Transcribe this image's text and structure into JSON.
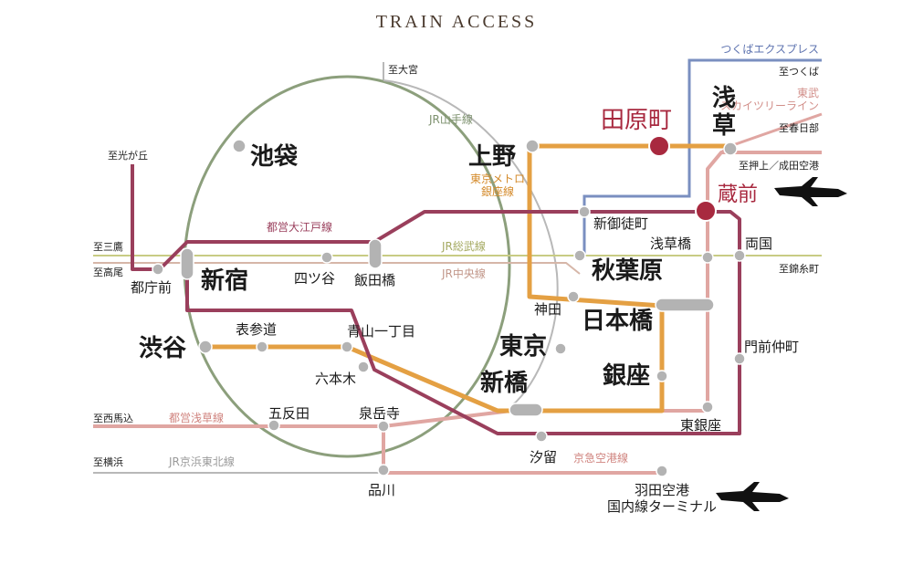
{
  "title": "TRAIN ACCESS",
  "colors": {
    "yamanote": "#8c9f7c",
    "ginza": "#e4a043",
    "oedo": "#9a3f5c",
    "asakusa": "#e0a6a2",
    "tx": "#7a8fc0",
    "sobu": "#c8cc84",
    "chuo": "#d6b6a8",
    "keihin": "#b8b8b8",
    "highlight": "#a8293f"
  },
  "lines": {
    "tx": "つくばエクスプレス",
    "tobu": "東武\nスカイツリーライン",
    "yamanote": "JR山手線",
    "ginza": "東京メトロ\n銀座線",
    "oedo": "都営大江戸線",
    "sobu": "JR総武線",
    "chuo": "JR中央線",
    "asakusa": "都営浅草線",
    "keihin": "JR京浜東北線",
    "keikyu": "京急空港線"
  },
  "directions": {
    "omiya": "至大宮",
    "tsukuba": "至つくば",
    "kasukabe": "至春日部",
    "oshiage": "至押上／成田空港",
    "hikarigaoka": "至光が丘",
    "mitaka": "至三鷹",
    "takao": "至高尾",
    "kinshicho": "至錦糸町",
    "nishimagome": "至西馬込",
    "yokohama": "至横浜"
  },
  "stations": {
    "tawaramachi": "田原町",
    "kuramae": "蔵前",
    "asakusa": "浅\n草",
    "ikebukuro": "池袋",
    "ueno": "上野",
    "shinjuku": "新宿",
    "akihabara": "秋葉原",
    "nihombashi": "日本橋",
    "tokyo": "東京",
    "shimbashi": "新橋",
    "ginza": "銀座",
    "shibuya": "渋谷",
    "shin_okachimachi": "新御徒町",
    "asakusabashi": "浅草橋",
    "ryogoku": "両国",
    "tochomae": "都庁前",
    "yotsuya": "四ツ谷",
    "iidabashi": "飯田橋",
    "kanda": "神田",
    "omotesando": "表参道",
    "aoyama_itchome": "青山一丁目",
    "roppongi": "六本木",
    "monzen_nakacho": "門前仲町",
    "higashi_ginza": "東銀座",
    "gotanda": "五反田",
    "sengakuji": "泉岳寺",
    "shiodome": "汐留",
    "shinagawa": "品川",
    "haneda": "羽田空港\n国内線ターミナル"
  },
  "icons": [
    "airplane-icon-north",
    "airplane-icon-south"
  ]
}
